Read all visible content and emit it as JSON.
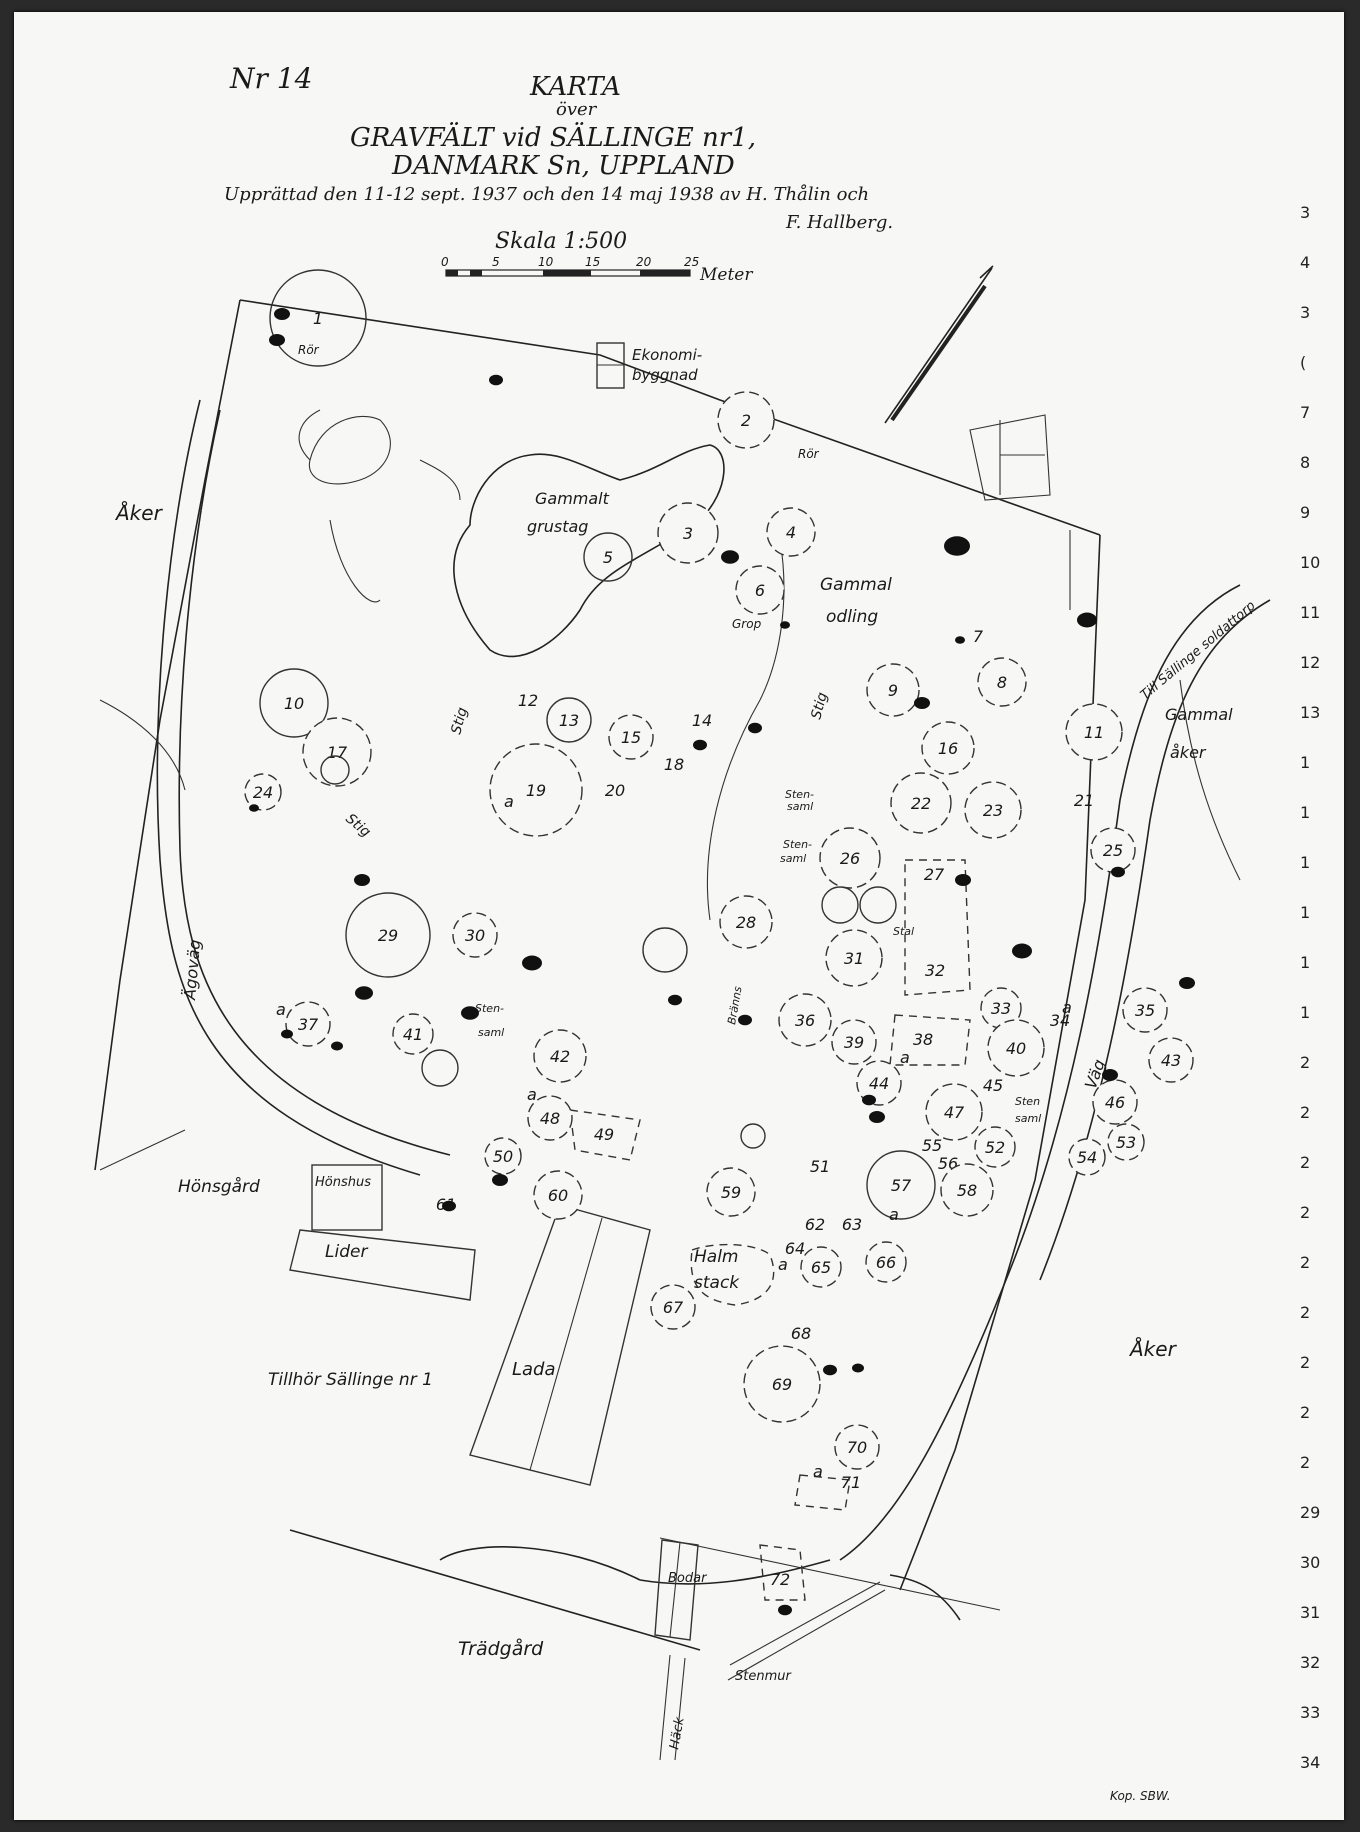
{
  "header": {
    "map_no": "Nr 14",
    "title": "KARTA",
    "over": "över",
    "line1": "GRAVFÄLT   vid  SÄLLINGE nr1,",
    "line2": "DANMARK Sn, UPPLAND",
    "line3": "Upprättad den 11-12 sept. 1937 och den 14 maj 1938 av H. Thålin och",
    "line4": "F. Hallberg."
  },
  "scale": {
    "label": "Skala 1:500",
    "ticks": [
      "0",
      "5",
      "10",
      "15",
      "20",
      "25"
    ],
    "unit": "Meter"
  },
  "labels": {
    "ror1": "Rör",
    "ror2": "Rör",
    "ekonomi1": "Ekonomi-",
    "ekonomi2": "byggnad",
    "gammalt": "Gammalt",
    "grustag": "grustag",
    "gammal_odling1": "Gammal",
    "gammal_odling2": "odling",
    "grop": "Grop",
    "aker_left": "Åker",
    "aker_right": "Åker",
    "gammal_aker1": "Gammal",
    "gammal_aker2": "åker",
    "till_sallinge": "Till Sällinge soldattorp",
    "agovag": "Ägoväg",
    "stig1": "Stig",
    "stig2": "Stig",
    "stig3": "Stig",
    "vag": "Väg",
    "stensaml1a": "Sten-",
    "stensaml1b": "saml",
    "stensaml2a": "Sten-",
    "stensaml2b": "saml",
    "stensaml3a": "Sten-",
    "stensaml3b": "saml",
    "stensaml4a": "Sten",
    "stensaml4b": "saml",
    "stalp": "Stal",
    "branns": "Bränns",
    "hongard": "Hönsgård",
    "honshus": "Hönshus",
    "lider": "Lider",
    "halm1": "Halm",
    "halm2": "stack",
    "lada": "Lada",
    "tillhor": "Tillhör Sällinge nr 1",
    "bodar": "Bodar",
    "tradgard": "Trädgård",
    "hack": "Häck",
    "stenmur": "Stenmur",
    "kop": "Kop. SBW."
  },
  "graves": [
    "1",
    "2",
    "3",
    "4",
    "5",
    "6",
    "7",
    "8",
    "9",
    "10",
    "11",
    "12",
    "13",
    "14",
    "15",
    "16",
    "17",
    "18",
    "19",
    "20",
    "21",
    "22",
    "23",
    "24",
    "25",
    "26",
    "27",
    "28",
    "29",
    "30",
    "31",
    "32",
    "33",
    "34",
    "35",
    "36",
    "37",
    "38",
    "39",
    "40",
    "41",
    "42",
    "43",
    "44",
    "45",
    "46",
    "47",
    "48",
    "49",
    "50",
    "51",
    "52",
    "53",
    "54",
    "55",
    "56",
    "57",
    "58",
    "59",
    "60",
    "61",
    "62",
    "63",
    "64",
    "65",
    "66",
    "67",
    "68",
    "69",
    "70",
    "71",
    "72"
  ],
  "sub_marks": [
    "a",
    "a",
    "a",
    "a",
    "a",
    "a",
    "a",
    "a"
  ],
  "edge_numbers": [
    "3",
    "4",
    "3",
    "(",
    "7",
    "8",
    "9",
    "10",
    "11",
    "12",
    "13",
    "1",
    "1",
    "1",
    "1",
    "1",
    "1",
    "2",
    "2",
    "2",
    "2",
    "2",
    "2",
    "2",
    "2",
    "2",
    "29",
    "30",
    "31",
    "32",
    "33",
    "34"
  ]
}
